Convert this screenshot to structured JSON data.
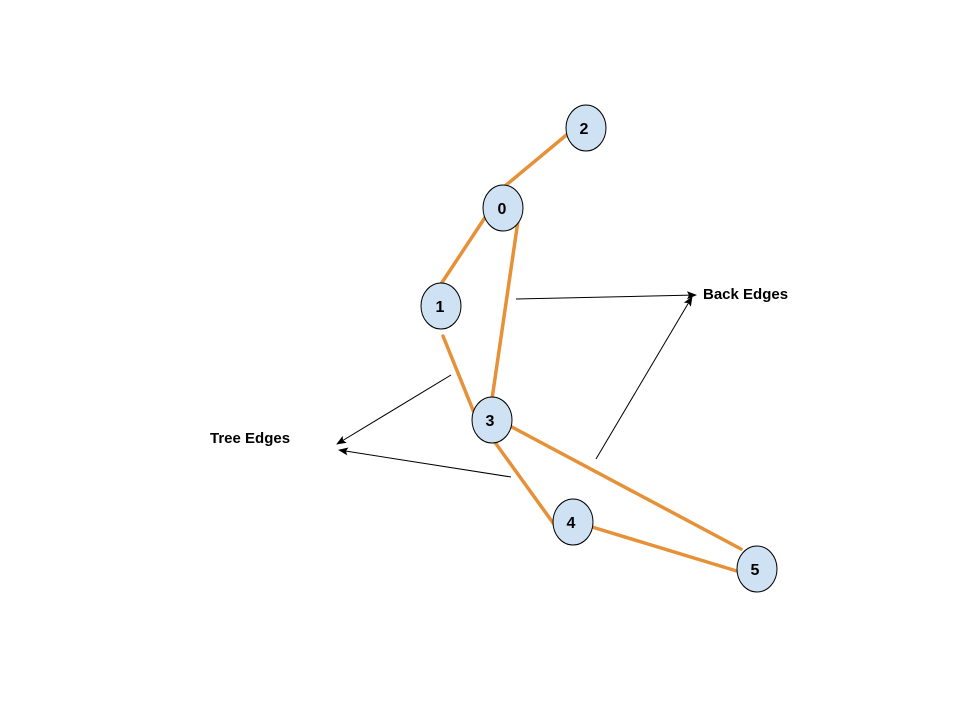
{
  "colors": {
    "node_fill": "#cfe2f3",
    "node_stroke": "#000000",
    "edge": "#e69138",
    "arrow": "#000000"
  },
  "nodes": [
    {
      "id": "2",
      "label": "2"
    },
    {
      "id": "0",
      "label": "0"
    },
    {
      "id": "1",
      "label": "1"
    },
    {
      "id": "3",
      "label": "3"
    },
    {
      "id": "4",
      "label": "4"
    },
    {
      "id": "5",
      "label": "5"
    }
  ],
  "edges": [
    {
      "from": "0",
      "to": "2"
    },
    {
      "from": "0",
      "to": "1"
    },
    {
      "from": "1",
      "to": "3"
    },
    {
      "from": "0",
      "to": "3"
    },
    {
      "from": "3",
      "to": "4"
    },
    {
      "from": "3",
      "to": "5"
    },
    {
      "from": "4",
      "to": "5"
    }
  ],
  "annotations": {
    "tree_edges": "Tree Edges",
    "back_edges": "Back Edges"
  }
}
